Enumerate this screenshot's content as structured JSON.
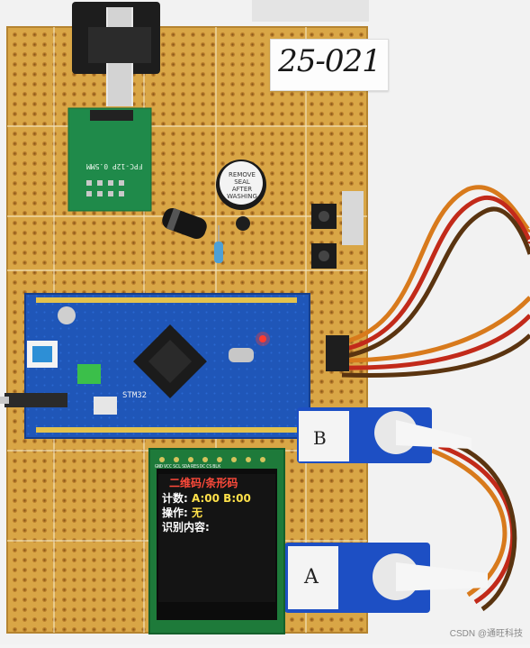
{
  "photo": {
    "label_tag": "25-021",
    "fpc_board": "FPC-12P 0.5MM",
    "buzzer_sticker": [
      "REMOVE",
      "SEAL",
      "AFTER",
      "WASHING"
    ],
    "mcu_board": "STM32",
    "servo_labels": [
      "B",
      "A"
    ],
    "lcd": {
      "title": "二维码/条形码",
      "line1_label": "计数:",
      "line1_value": "A:00 B:00",
      "line2_label": "操作:",
      "line2_value": "无",
      "line3_label": "识别内容:"
    },
    "lcd_pins": [
      "GND",
      "VCC",
      "SCL",
      "SDA",
      "RES",
      "DC",
      "CS",
      "BLK"
    ],
    "watermark": "CSDN @通旺科技",
    "colors": {
      "perfboard": "#d9a646",
      "pcb_blue": "#1f56b8",
      "lcd_title": "#ff4a3a",
      "lcd_text": "#ffffff",
      "lcd_value": "#ffe14a",
      "servo_blue": "#1d4fc4"
    }
  }
}
